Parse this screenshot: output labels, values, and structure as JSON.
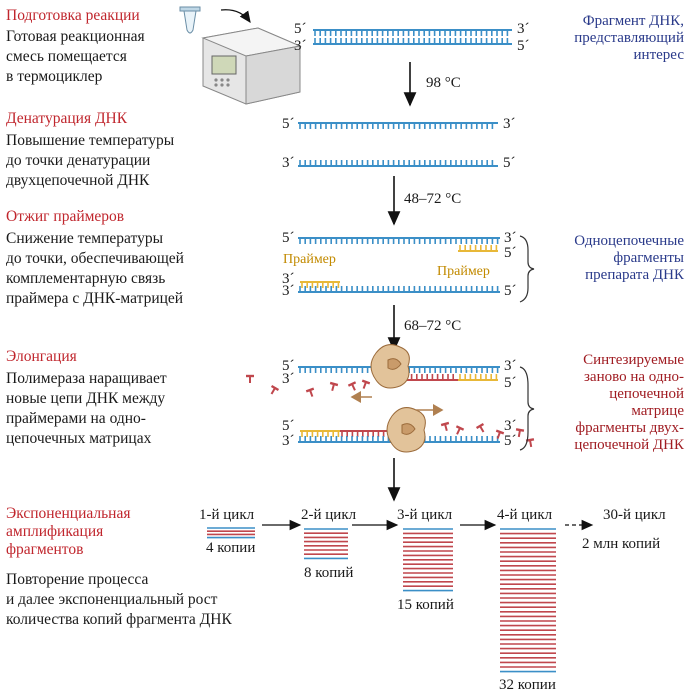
{
  "steps": {
    "s1": {
      "title": "Подготовка реакции",
      "lines": [
        "Готовая реакционная",
        "смесь помещается",
        "в термоциклер"
      ]
    },
    "s2": {
      "title": "Денатурация ДНК",
      "lines": [
        "Повышение температуры",
        "до точки денатурации",
        "двухцепочечной ДНК"
      ]
    },
    "s3": {
      "title": "Отжиг праймеров",
      "lines": [
        "Снижение температуры",
        "до точки, обеспечивающей",
        "комплементарную связь",
        "праймера с ДНК-матрицей"
      ]
    },
    "s4": {
      "title": "Элонгация",
      "lines": [
        "Полимераза наращивает",
        "новые цепи ДНК между",
        "праймерами на одно-",
        "цепочечных матрицах"
      ]
    },
    "s5": {
      "title": [
        "Экспоненциальная",
        "амплификация",
        "фрагментов"
      ],
      "lines": [
        "Повторение процесса",
        "и далее экспоненциальный рост",
        "количества копий фрагмента ДНК"
      ]
    }
  },
  "temps": [
    "98 °C",
    "48–72 °C",
    "68–72 °C"
  ],
  "ends": {
    "five": "5´",
    "three": "3´"
  },
  "primer_label": "Праймер",
  "right_labels": {
    "fragment": [
      "Фрагмент ДНК,",
      "представляющий",
      "интерес"
    ],
    "single": [
      "Одноцепочечные",
      "фрагменты",
      "препарата ДНК"
    ],
    "synth": [
      "Синтезируемые",
      "заново на одно-",
      "цепочечной",
      "матрице",
      "фрагменты двух-",
      "цепочечной ДНК"
    ]
  },
  "cycles": {
    "labels": [
      "1-й цикл",
      "2-й цикл",
      "3-й цикл",
      "4-й цикл",
      "30-й цикл"
    ],
    "copies": [
      "4 копии",
      "8 копий",
      "15 копий",
      "32 копии",
      "2 млн копий"
    ],
    "copy_counts": [
      4,
      8,
      15,
      32,
      2000000
    ]
  },
  "colors": {
    "heading": "#c0262d",
    "dna": "#3b8fc7",
    "primer": "#e8b838",
    "new_strand": "#c0474d",
    "label_blue": "#2a3a8a",
    "label_red": "#a01c22"
  }
}
